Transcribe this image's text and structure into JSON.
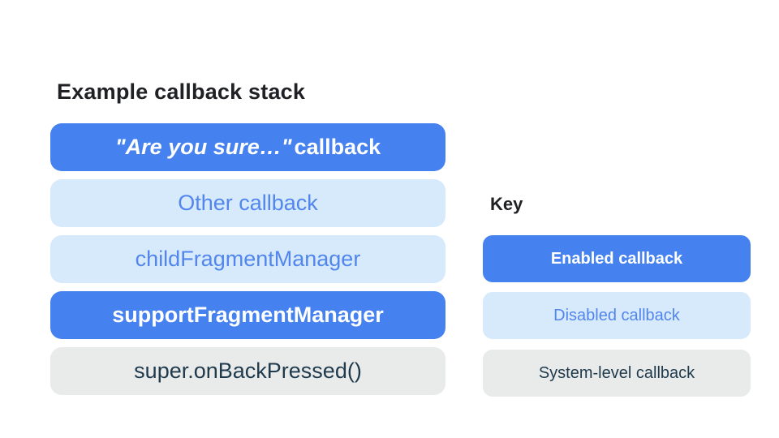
{
  "title": "Example callback stack",
  "stack": {
    "items": [
      {
        "quote": "\"Are you sure…\"",
        "rest": " callback",
        "type": "enabled"
      },
      {
        "label": "Other callback",
        "type": "disabled"
      },
      {
        "label": "childFragmentManager",
        "type": "disabled"
      },
      {
        "label": "supportFragmentManager",
        "type": "enabled"
      },
      {
        "label": "super.onBackPressed()",
        "type": "system"
      }
    ]
  },
  "key": {
    "title": "Key",
    "items": [
      {
        "label": "Enabled callback",
        "type": "enabled"
      },
      {
        "label": "Disabled callback",
        "type": "disabled"
      },
      {
        "label": "System-level callback",
        "type": "system"
      }
    ]
  },
  "colors": {
    "background": "#FFFFFF",
    "heading_text": "#202124",
    "enabled_bg": "#4682EF",
    "enabled_text": "#FFFFFF",
    "disabled_bg": "#D6EAFB",
    "disabled_text": "#5286EC",
    "system_bg": "#E9EAEA",
    "system_text": "#1E3A4C"
  }
}
